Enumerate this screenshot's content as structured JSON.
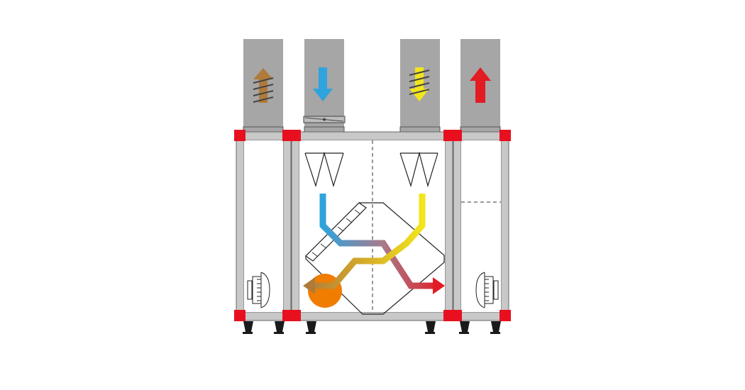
{
  "diagram": {
    "kind": "air-handling-unit-with-heat-recovery",
    "ducts": [
      {
        "id": "exhaust",
        "arrow": "up",
        "arrow_color": "#b07a3a",
        "has_coil_icon": true
      },
      {
        "id": "outdoor",
        "arrow": "down",
        "arrow_color": "#2fa3dc",
        "has_damper": true
      },
      {
        "id": "extract",
        "arrow": "down",
        "arrow_color": "#f2e51c",
        "has_coil_icon": true
      },
      {
        "id": "supply",
        "arrow": "up",
        "arrow_color": "#e31b23"
      }
    ],
    "flows": [
      {
        "id": "outdoor-to-supply",
        "from_color": "#2fa3dc",
        "to_color": "#e31b23"
      },
      {
        "id": "extract-to-exhaust",
        "from_color": "#f2e51c",
        "to_color": "#b07a3a"
      }
    ],
    "colors": {
      "duct": "#a6a6a6",
      "frame": "#c8c8c8",
      "corner": "#e8101e",
      "fan_dot": "#f07d00",
      "foot": "#1a1a1a"
    }
  }
}
